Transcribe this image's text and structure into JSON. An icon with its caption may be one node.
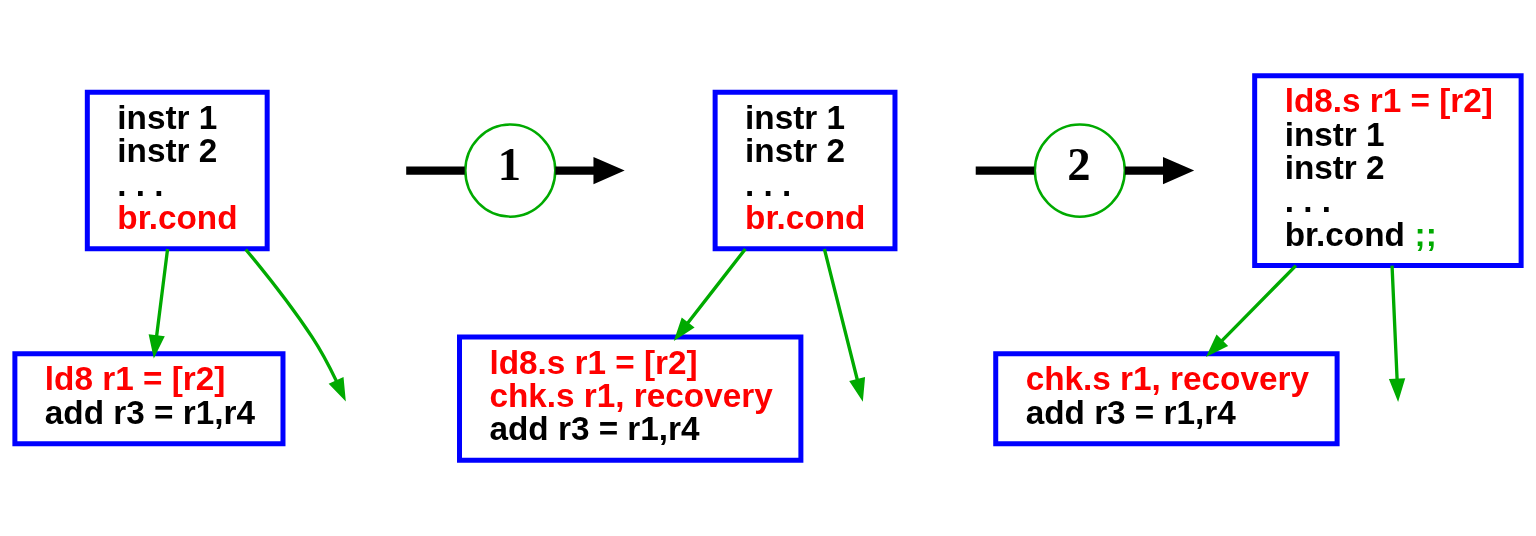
{
  "diagram": {
    "nodes": [
      {
        "text": [
          "instr 1",
          "instr 2",
          ". . .",
          "br.cond"
        ]
      },
      {
        "text": [
          "ld8 r1 = [r2]",
          "add r3 = r1,r4"
        ]
      },
      {
        "text": [
          "1"
        ]
      },
      {
        "text": [
          "instr 1",
          "instr 2",
          ". . .",
          "br.cond"
        ]
      },
      {
        "text": [
          "ld8.s r1 = [r2]",
          "chk.s r1, recovery",
          "add r3 = r1,r4"
        ]
      },
      {
        "text": [
          "2"
        ]
      },
      {
        "text": [
          "ld8.s r1 = [r2]",
          "instr 1",
          "instr 2",
          ". . .",
          "br.cond",
          ";;"
        ]
      },
      {
        "text": [
          "chk.s r1, recovery",
          "add r3 = r1,r4"
        ]
      }
    ],
    "edges": [
      {
        "from": 0,
        "to": 1,
        "arrow": "to"
      },
      {
        "from": 0,
        "to": null,
        "arrow": "to"
      },
      {
        "from": null,
        "to": 2,
        "arrow": "none",
        "style": "thick",
        "color": "#000000"
      },
      {
        "from": 2,
        "to": null,
        "arrow": "to",
        "style": "thick",
        "color": "#000000"
      },
      {
        "from": 3,
        "to": 4,
        "arrow": "to"
      },
      {
        "from": 3,
        "to": null,
        "arrow": "to"
      },
      {
        "from": null,
        "to": 5,
        "arrow": "none",
        "style": "thick",
        "color": "#000000"
      },
      {
        "from": 5,
        "to": null,
        "arrow": "to",
        "style": "thick",
        "color": "#000000"
      },
      {
        "from": 6,
        "to": 7,
        "arrow": "to"
      },
      {
        "from": 6,
        "to": null,
        "arrow": "to"
      }
    ]
  }
}
